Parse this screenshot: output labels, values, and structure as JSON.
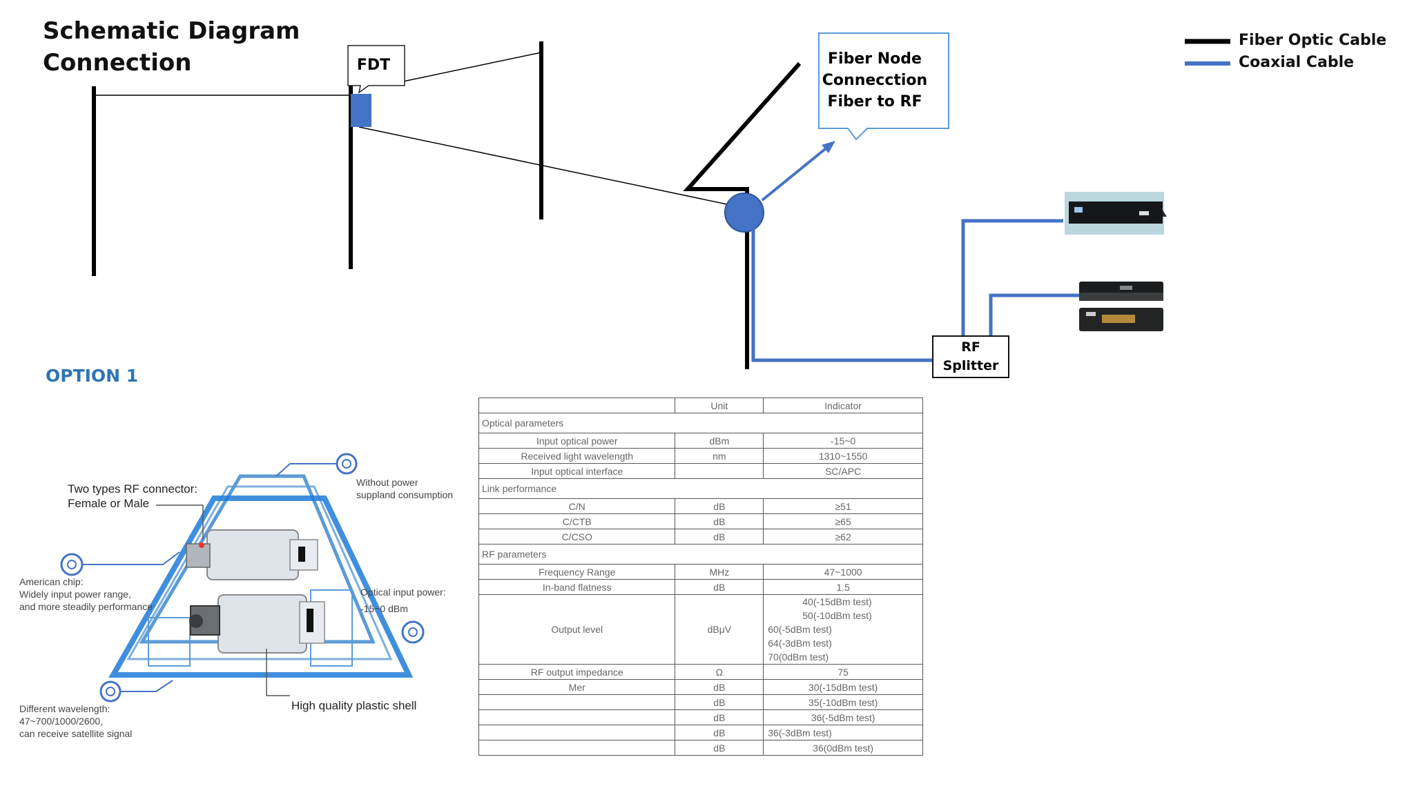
{
  "title": {
    "line1": "Schematic Diagram",
    "line2": "Connection"
  },
  "option_label": "OPTION 1",
  "callouts": {
    "fdt": "FDT",
    "fiber_node": [
      "Fiber Node",
      "Connecction",
      "Fiber to RF"
    ],
    "rf_splitter": [
      "RF",
      "Splitter"
    ]
  },
  "legend": [
    {
      "label": "Fiber Optic Cable",
      "color": "#000000"
    },
    {
      "label": "Coaxial Cable",
      "color": "#4472c4"
    }
  ],
  "colors": {
    "fiber": "#000000",
    "coax": "#4472c4",
    "node_fill": "#4472c4",
    "title_blue": "#2e74b5"
  },
  "product_photo": {
    "rf_connector": [
      "Two types RF connector:",
      "Female or Male"
    ],
    "power": [
      "Without power",
      "suppland consumption"
    ],
    "chip": [
      "American chip:",
      "Widely input power range,",
      "and more steadily performance"
    ],
    "optical": [
      "Optical input power:",
      "-15~0 dBm"
    ],
    "wavelength": [
      "Different wavelength:",
      "47~700/1000/2600,",
      "can receive satellite signal"
    ],
    "shell": "High quality plastic shell"
  },
  "spec_table": {
    "headers": [
      "",
      "Unit",
      "Indicator"
    ],
    "sections": {
      "optical": "Optical parameters",
      "link": "Link performance",
      "rf": "RF parameters"
    },
    "optical_rows": [
      {
        "param": "Input optical power",
        "unit": "dBm",
        "value": "-15~0"
      },
      {
        "param": "Received light wavelength",
        "unit": "nm",
        "value": "1310~1550"
      },
      {
        "param": "Input optical interface",
        "unit": "",
        "value": "SC/APC"
      }
    ],
    "link_rows": [
      {
        "param": "C/N",
        "unit": "dB",
        "value": "≥51"
      },
      {
        "param": "C/CTB",
        "unit": "dB",
        "value": "≥65"
      },
      {
        "param": "C/CSO",
        "unit": "dB",
        "value": "≥62"
      }
    ],
    "rf_rows": [
      {
        "param": "Frequency Range",
        "unit": "MHz",
        "value": "47~1000"
      },
      {
        "param": "In-band flatness",
        "unit": "dB",
        "value": "1.5"
      }
    ],
    "output_level": {
      "param": "Output level",
      "unit": "dBμV",
      "values": [
        "40(-15dBm test)",
        "50(-10dBm test)",
        "60(-5dBm test)",
        "64(-3dBm test)",
        "70(0dBm test)"
      ]
    },
    "impedance": {
      "param": "RF output impedance",
      "unit": "Ω",
      "value": "75"
    },
    "mer_rows": [
      {
        "param": "Mer",
        "unit": "dB",
        "value": "30(-15dBm test)"
      },
      {
        "param": "",
        "unit": "dB",
        "value": "35(-10dBm test)"
      },
      {
        "param": "",
        "unit": "dB",
        "value": "36(-5dBm test)"
      },
      {
        "param": "",
        "unit": "dB",
        "value": "36(-3dBm test)"
      },
      {
        "param": "",
        "unit": "dB",
        "value": "36(0dBm test)"
      }
    ]
  }
}
